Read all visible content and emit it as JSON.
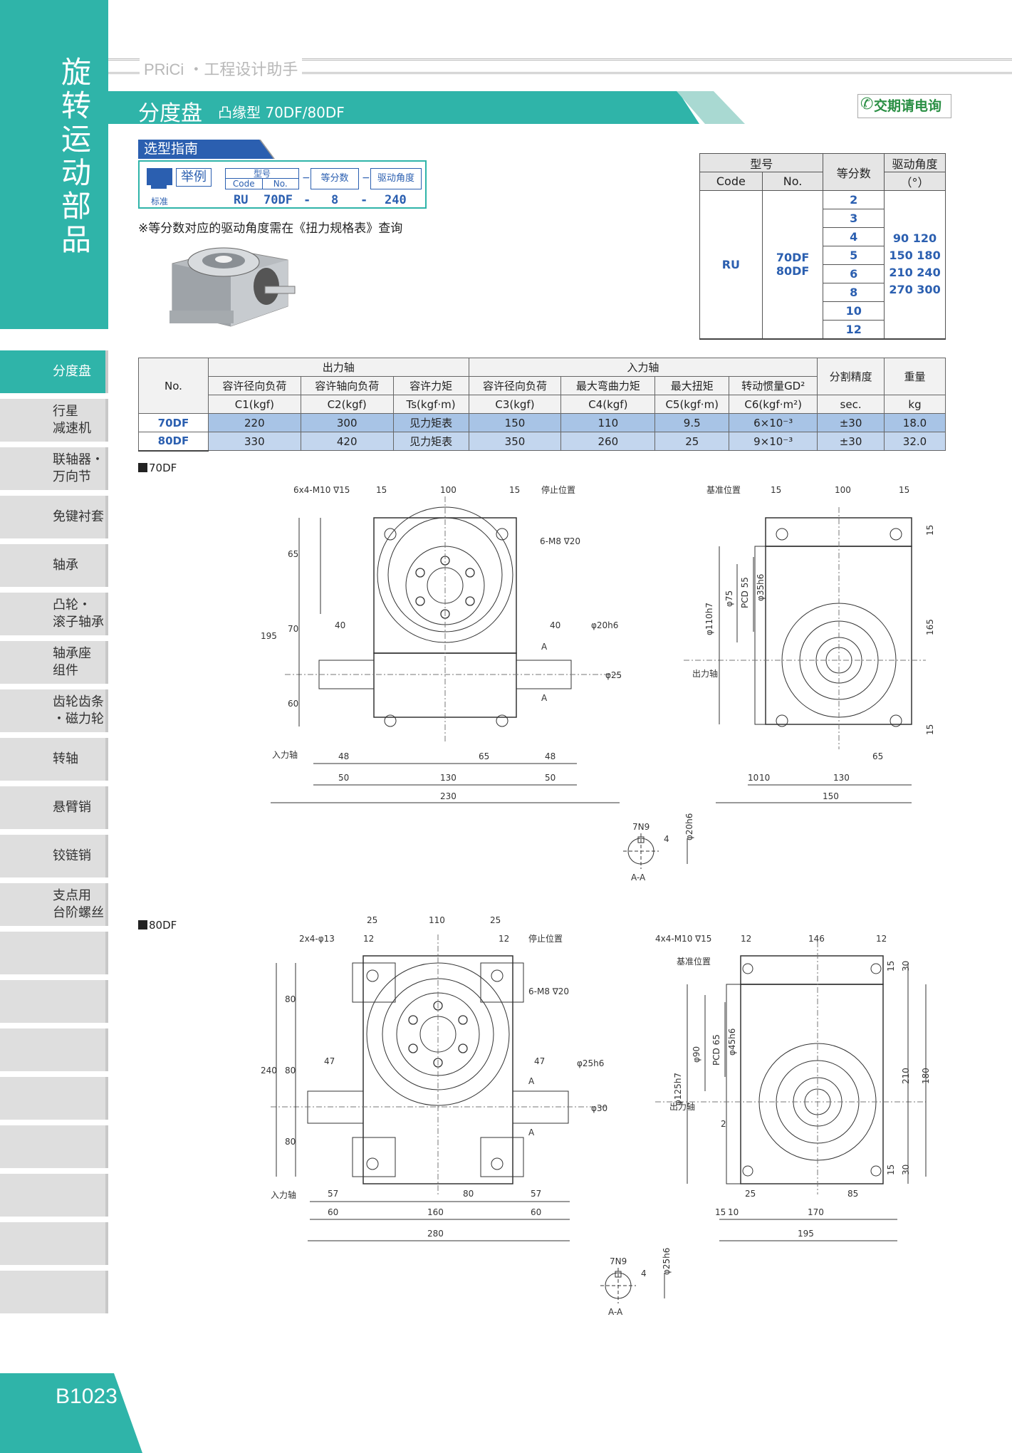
{
  "sidebar": {
    "title_chars": [
      "旋",
      "转",
      "运",
      "动",
      "部",
      "品"
    ],
    "nav": [
      {
        "label": "分度盘",
        "active": true
      },
      {
        "label": "行星\n减速机"
      },
      {
        "label": "联轴器・\n万向节"
      },
      {
        "label": "免键衬套"
      },
      {
        "label": "轴承"
      },
      {
        "label": "凸轮・\n滚子轴承"
      },
      {
        "label": "轴承座\n组件"
      },
      {
        "label": "齿轮齿条\n・磁力轮"
      },
      {
        "label": "转轴"
      },
      {
        "label": "悬臂销"
      },
      {
        "label": "铰链销"
      },
      {
        "label": "支点用\n台阶螺丝"
      },
      {
        "label": ""
      },
      {
        "label": ""
      },
      {
        "label": ""
      },
      {
        "label": ""
      },
      {
        "label": ""
      },
      {
        "label": ""
      },
      {
        "label": ""
      },
      {
        "label": ""
      }
    ],
    "page_number": "B1023"
  },
  "header": {
    "brand": "PRiCi ・工程设计助手",
    "title": "分度盘",
    "subtitle": "凸缘型 70DF/80DF",
    "contact": "交期请电询"
  },
  "guide": {
    "tag": "选型指南",
    "example": "举例",
    "model_label": "型号",
    "code_label": "Code",
    "no_label": "No.",
    "div_label": "等分数",
    "angle_label": "驱动角度",
    "standard_label": "标准",
    "std_code": "RU",
    "std_no": "70DF",
    "std_div": "8",
    "std_angle": "240",
    "note": "※等分数对应的驱动角度需在《扭力规格表》查询"
  },
  "code_table": {
    "h_model": "型号",
    "h_code": "Code",
    "h_no": "No.",
    "h_div": "等分数",
    "h_angle": "驱动角度",
    "h_angle_unit": "（°）",
    "code": "RU",
    "nos": "70DF\n80DF",
    "divisions": [
      "2",
      "3",
      "4",
      "5",
      "6",
      "8",
      "10",
      "12"
    ],
    "angles": "90 120\n150 180\n210 240\n270 300"
  },
  "spec": {
    "h_no": "No.",
    "h_output": "出力轴",
    "h_input": "入力轴",
    "h_precision": "分割精度",
    "h_weight": "重量",
    "cols": [
      "容许径向负荷",
      "容许轴向负荷",
      "容许力矩",
      "容许径向负荷",
      "最大弯曲力矩",
      "最大扭矩",
      "转动惯量GD²"
    ],
    "units": [
      "C1(kgf)",
      "C2(kgf)",
      "Ts(kgf·m)",
      "C3(kgf)",
      "C4(kgf)",
      "C5(kgf·m)",
      "C6(kgf·m²)",
      "sec.",
      "kg"
    ],
    "rows": [
      {
        "model": "70DF",
        "c1": "220",
        "c2": "300",
        "ts": "见力矩表",
        "c3": "150",
        "c4": "110",
        "c5": "9.5",
        "c6": "6×10⁻³",
        "prec": "±30",
        "kg": "18.0"
      },
      {
        "model": "80DF",
        "c1": "330",
        "c2": "420",
        "ts": "见力矩表",
        "c3": "350",
        "c4": "260",
        "c5": "25",
        "c6": "9×10⁻³",
        "prec": "±30",
        "kg": "32.0"
      }
    ]
  },
  "drawings": {
    "d70": {
      "label": "70DF",
      "holes": "6x4-M10 ∇15",
      "stop": "停止位置",
      "m8": "6-M8 ∇20",
      "input": "入力轴",
      "dims": [
        "15",
        "100",
        "15",
        "65",
        "70",
        "60",
        "195",
        "40",
        "40",
        "48",
        "65",
        "48",
        "50",
        "130",
        "50",
        "230",
        "φ20h6",
        "φ25",
        "A",
        "A"
      ],
      "side": [
        "基准位置",
        "15",
        "100",
        "15",
        "φ110h7",
        "φ75",
        "PCD 55",
        "φ35h6",
        "出力轴",
        "165",
        "15",
        "15",
        "10",
        "10",
        "130",
        "65",
        "150"
      ],
      "section": [
        "7N9",
        "4",
        "φ20h6",
        "A-A"
      ]
    },
    "d80": {
      "label": "80DF",
      "holes": "2x4-φ13",
      "stop": "停止位置",
      "m8": "6-M8 ∇20",
      "input": "入力轴",
      "dims": [
        "25",
        "110",
        "25",
        "12",
        "12",
        "80",
        "80",
        "80",
        "240",
        "47",
        "47",
        "57",
        "80",
        "57",
        "60",
        "160",
        "60",
        "280",
        "φ25h6",
        "φ30",
        "A",
        "A"
      ],
      "side": [
        "4x4-M10 ∇15",
        "基准位置",
        "12",
        "146",
        "12",
        "φ125h7",
        "φ90",
        "PCD 65",
        "φ45h6",
        "出力轴",
        "2",
        "15",
        "30",
        "210",
        "180",
        "15",
        "30",
        "25",
        "85",
        "15",
        "10",
        "170",
        "195"
      ],
      "section": [
        "7N9",
        "4",
        "φ25h6",
        "A-A"
      ]
    }
  },
  "colors": {
    "teal": "#2fb4a9",
    "blue": "#2b5fb0",
    "row1": "#a8c4e6",
    "row2": "#c3d6ee"
  }
}
